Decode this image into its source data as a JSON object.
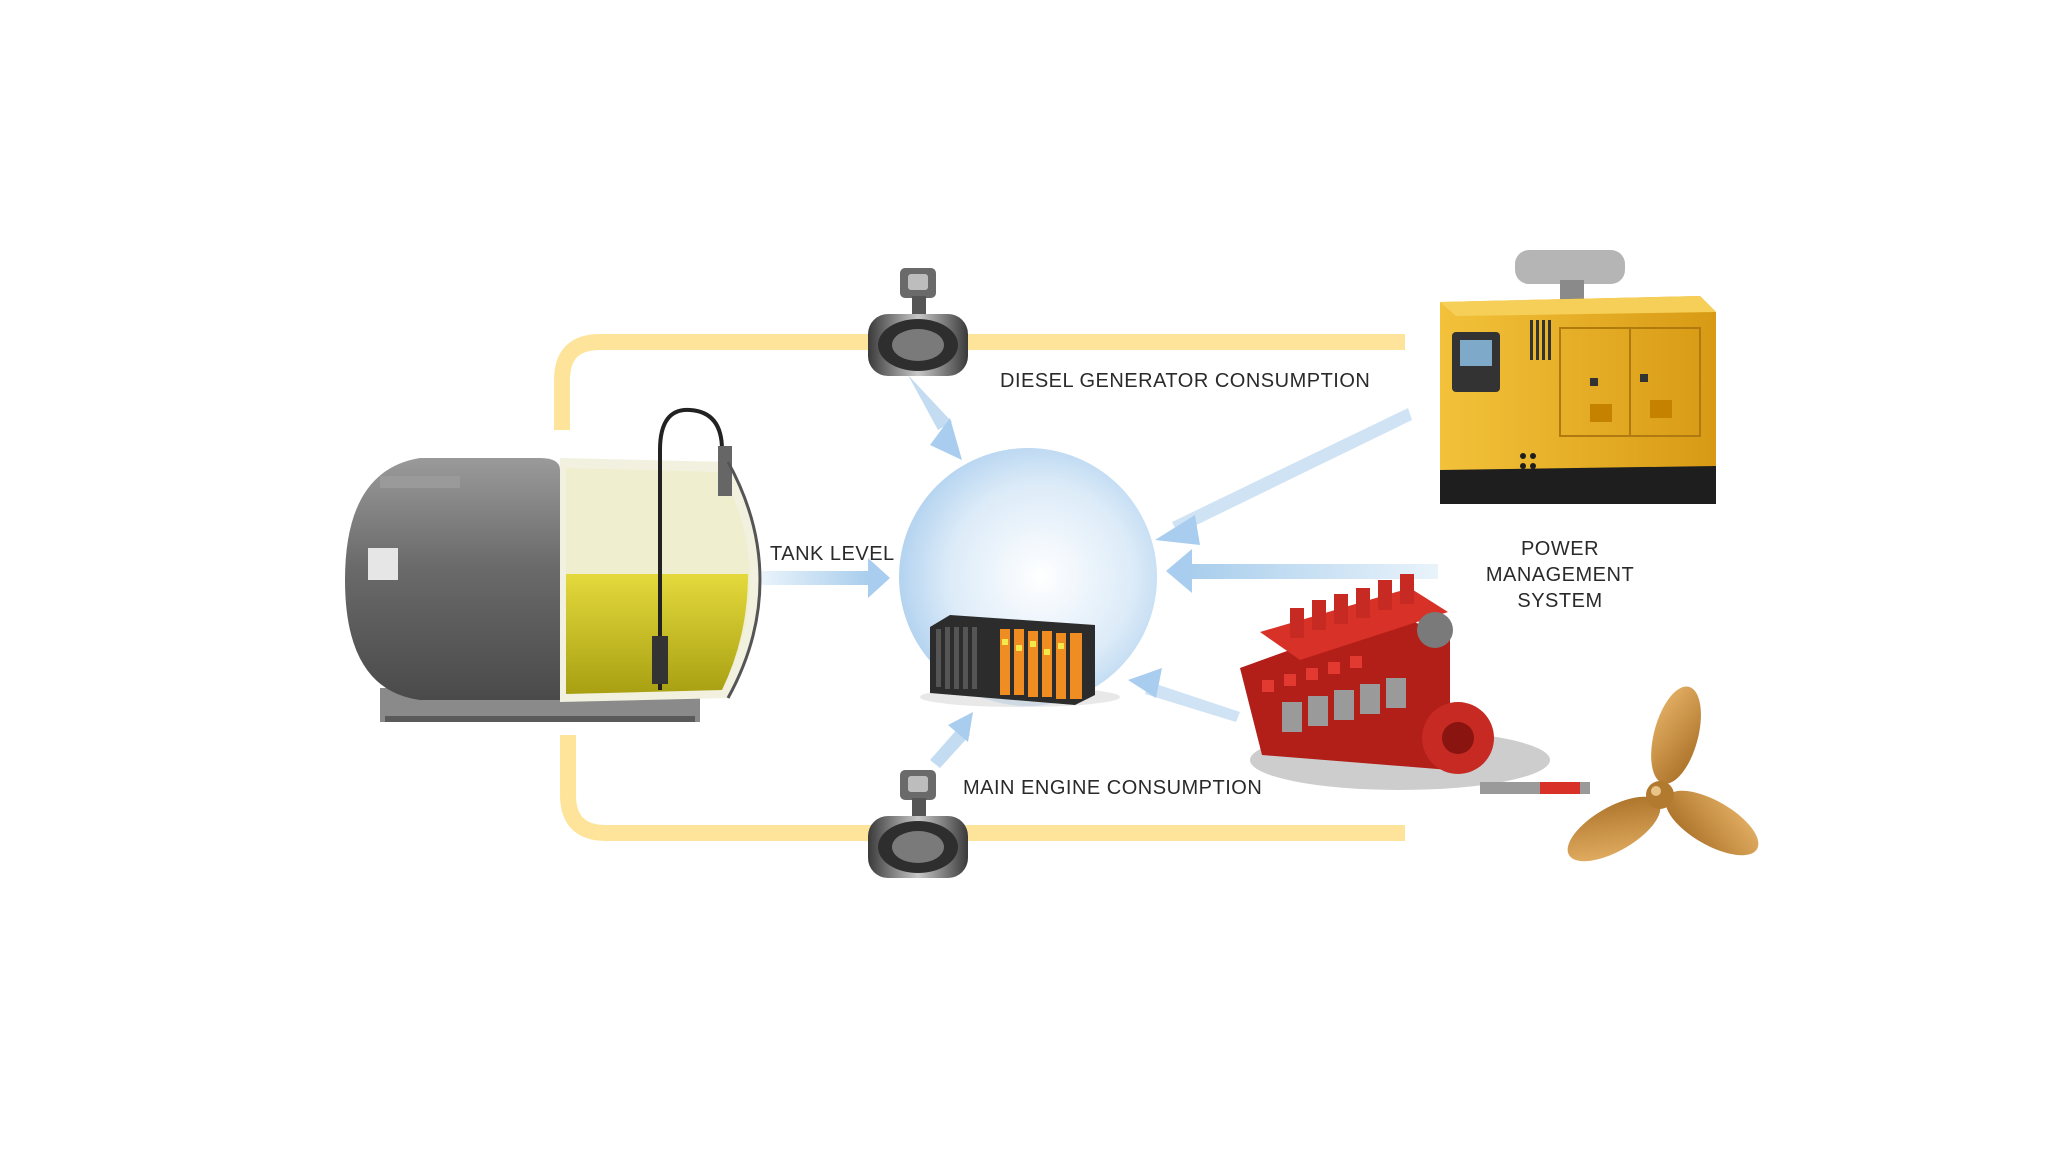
{
  "labels": {
    "diesel_generator_consumption": "DIESEL GENERATOR CONSUMPTION",
    "tank_level": "TANK LEVEL",
    "power_management_line1": "POWER",
    "power_management_line2": "MANAGEMENT",
    "power_management_line3": "SYSTEM",
    "main_engine_consumption": "MAIN ENGINE CONSUMPTION"
  },
  "colors": {
    "fuel_line": "#fde49a",
    "arrow": "#b9d6ef",
    "hub": "#bcd9f2",
    "tank_body": "#6e6e6e",
    "fuel": "#cfc21a",
    "generator": "#e9b123",
    "engine": "#d42a22",
    "propeller": "#c48a3a",
    "controller_io": "#ef8d22"
  },
  "icons": [
    "fuel-tank-icon",
    "diesel-generator-icon",
    "main-engine-icon",
    "propeller-icon",
    "flow-meter-icon",
    "plc-controller-icon",
    "data-hub-icon"
  ]
}
